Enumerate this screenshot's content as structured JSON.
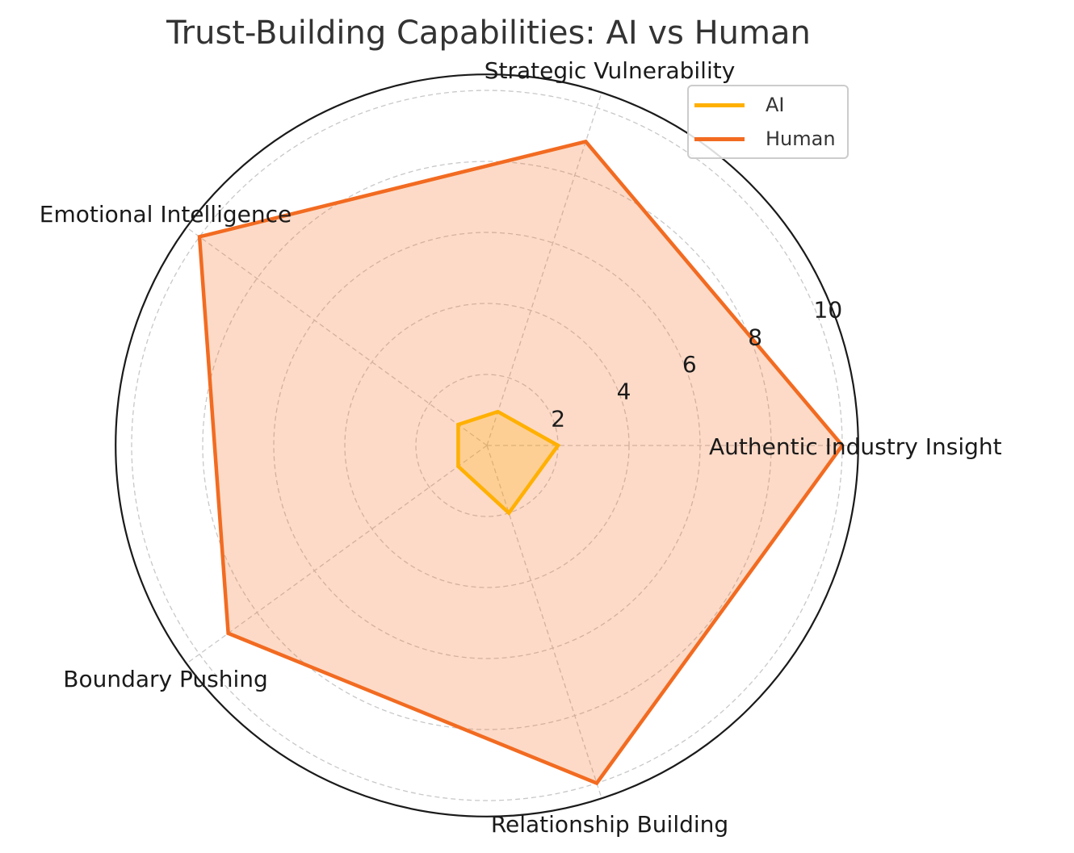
{
  "chart_data": {
    "type": "radar",
    "title": "Trust-Building Capabilities: AI vs Human",
    "categories": [
      "Authentic Industry Insight",
      "Strategic Vulnerability",
      "Emotional Intelligence",
      "Boundary Pushing",
      "Relationship Building"
    ],
    "series": [
      {
        "name": "AI",
        "values": [
          2,
          1,
          1,
          1,
          2
        ],
        "color": "#FFB000",
        "fill": "#FFB000",
        "fill_opacity": 0.25
      },
      {
        "name": "Human",
        "values": [
          10,
          9,
          10,
          9,
          10
        ],
        "color": "#F26B21",
        "fill": "#F26B21",
        "fill_opacity": 0.25
      }
    ],
    "radial_ticks": [
      2,
      4,
      6,
      8,
      10
    ],
    "rlim": [
      0,
      10.45
    ],
    "grid": true,
    "legend_position": "upper right"
  },
  "legend": {
    "items": [
      {
        "label": "AI",
        "color": "#FFB000"
      },
      {
        "label": "Human",
        "color": "#F26B21"
      }
    ]
  }
}
